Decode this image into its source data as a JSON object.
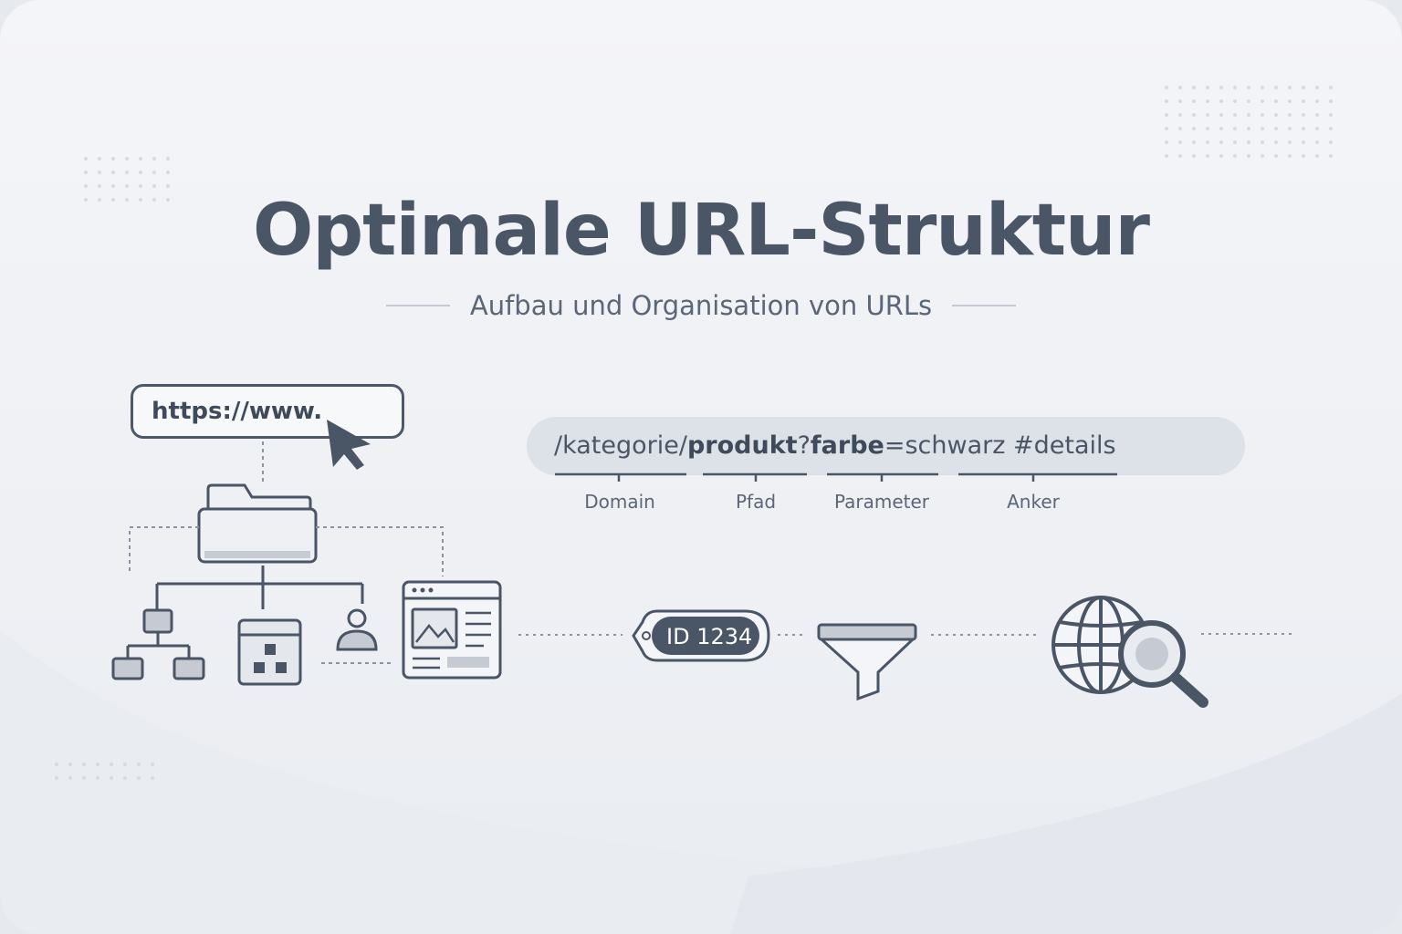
{
  "header": {
    "title": "Optimale URL-Struktur",
    "subtitle": "Aufbau und Organisation von URLs"
  },
  "address_box": {
    "text": "https://www."
  },
  "url_bar": {
    "part_path1": "/kategorie/",
    "part_path2": "produkt",
    "part_q": "?",
    "part_param_key": "farbe",
    "part_param_rest": "=schwarz",
    "part_anchor": " #details"
  },
  "segments": [
    {
      "label": "Domain"
    },
    {
      "label": "Pfad"
    },
    {
      "label": "Parameter"
    },
    {
      "label": "Anker"
    }
  ],
  "id_tag": {
    "text": "ID 1234"
  },
  "icons": [
    "cursor-icon",
    "folder-icon",
    "sitemap-icon",
    "layout-icon",
    "user-icon",
    "webpage-icon",
    "tag-icon",
    "funnel-icon",
    "globe-search-icon"
  ],
  "colors": {
    "primary": "#4a5566",
    "light": "#c3c9d2",
    "bar": "#dde1e8",
    "background": "#f0f2f5"
  }
}
